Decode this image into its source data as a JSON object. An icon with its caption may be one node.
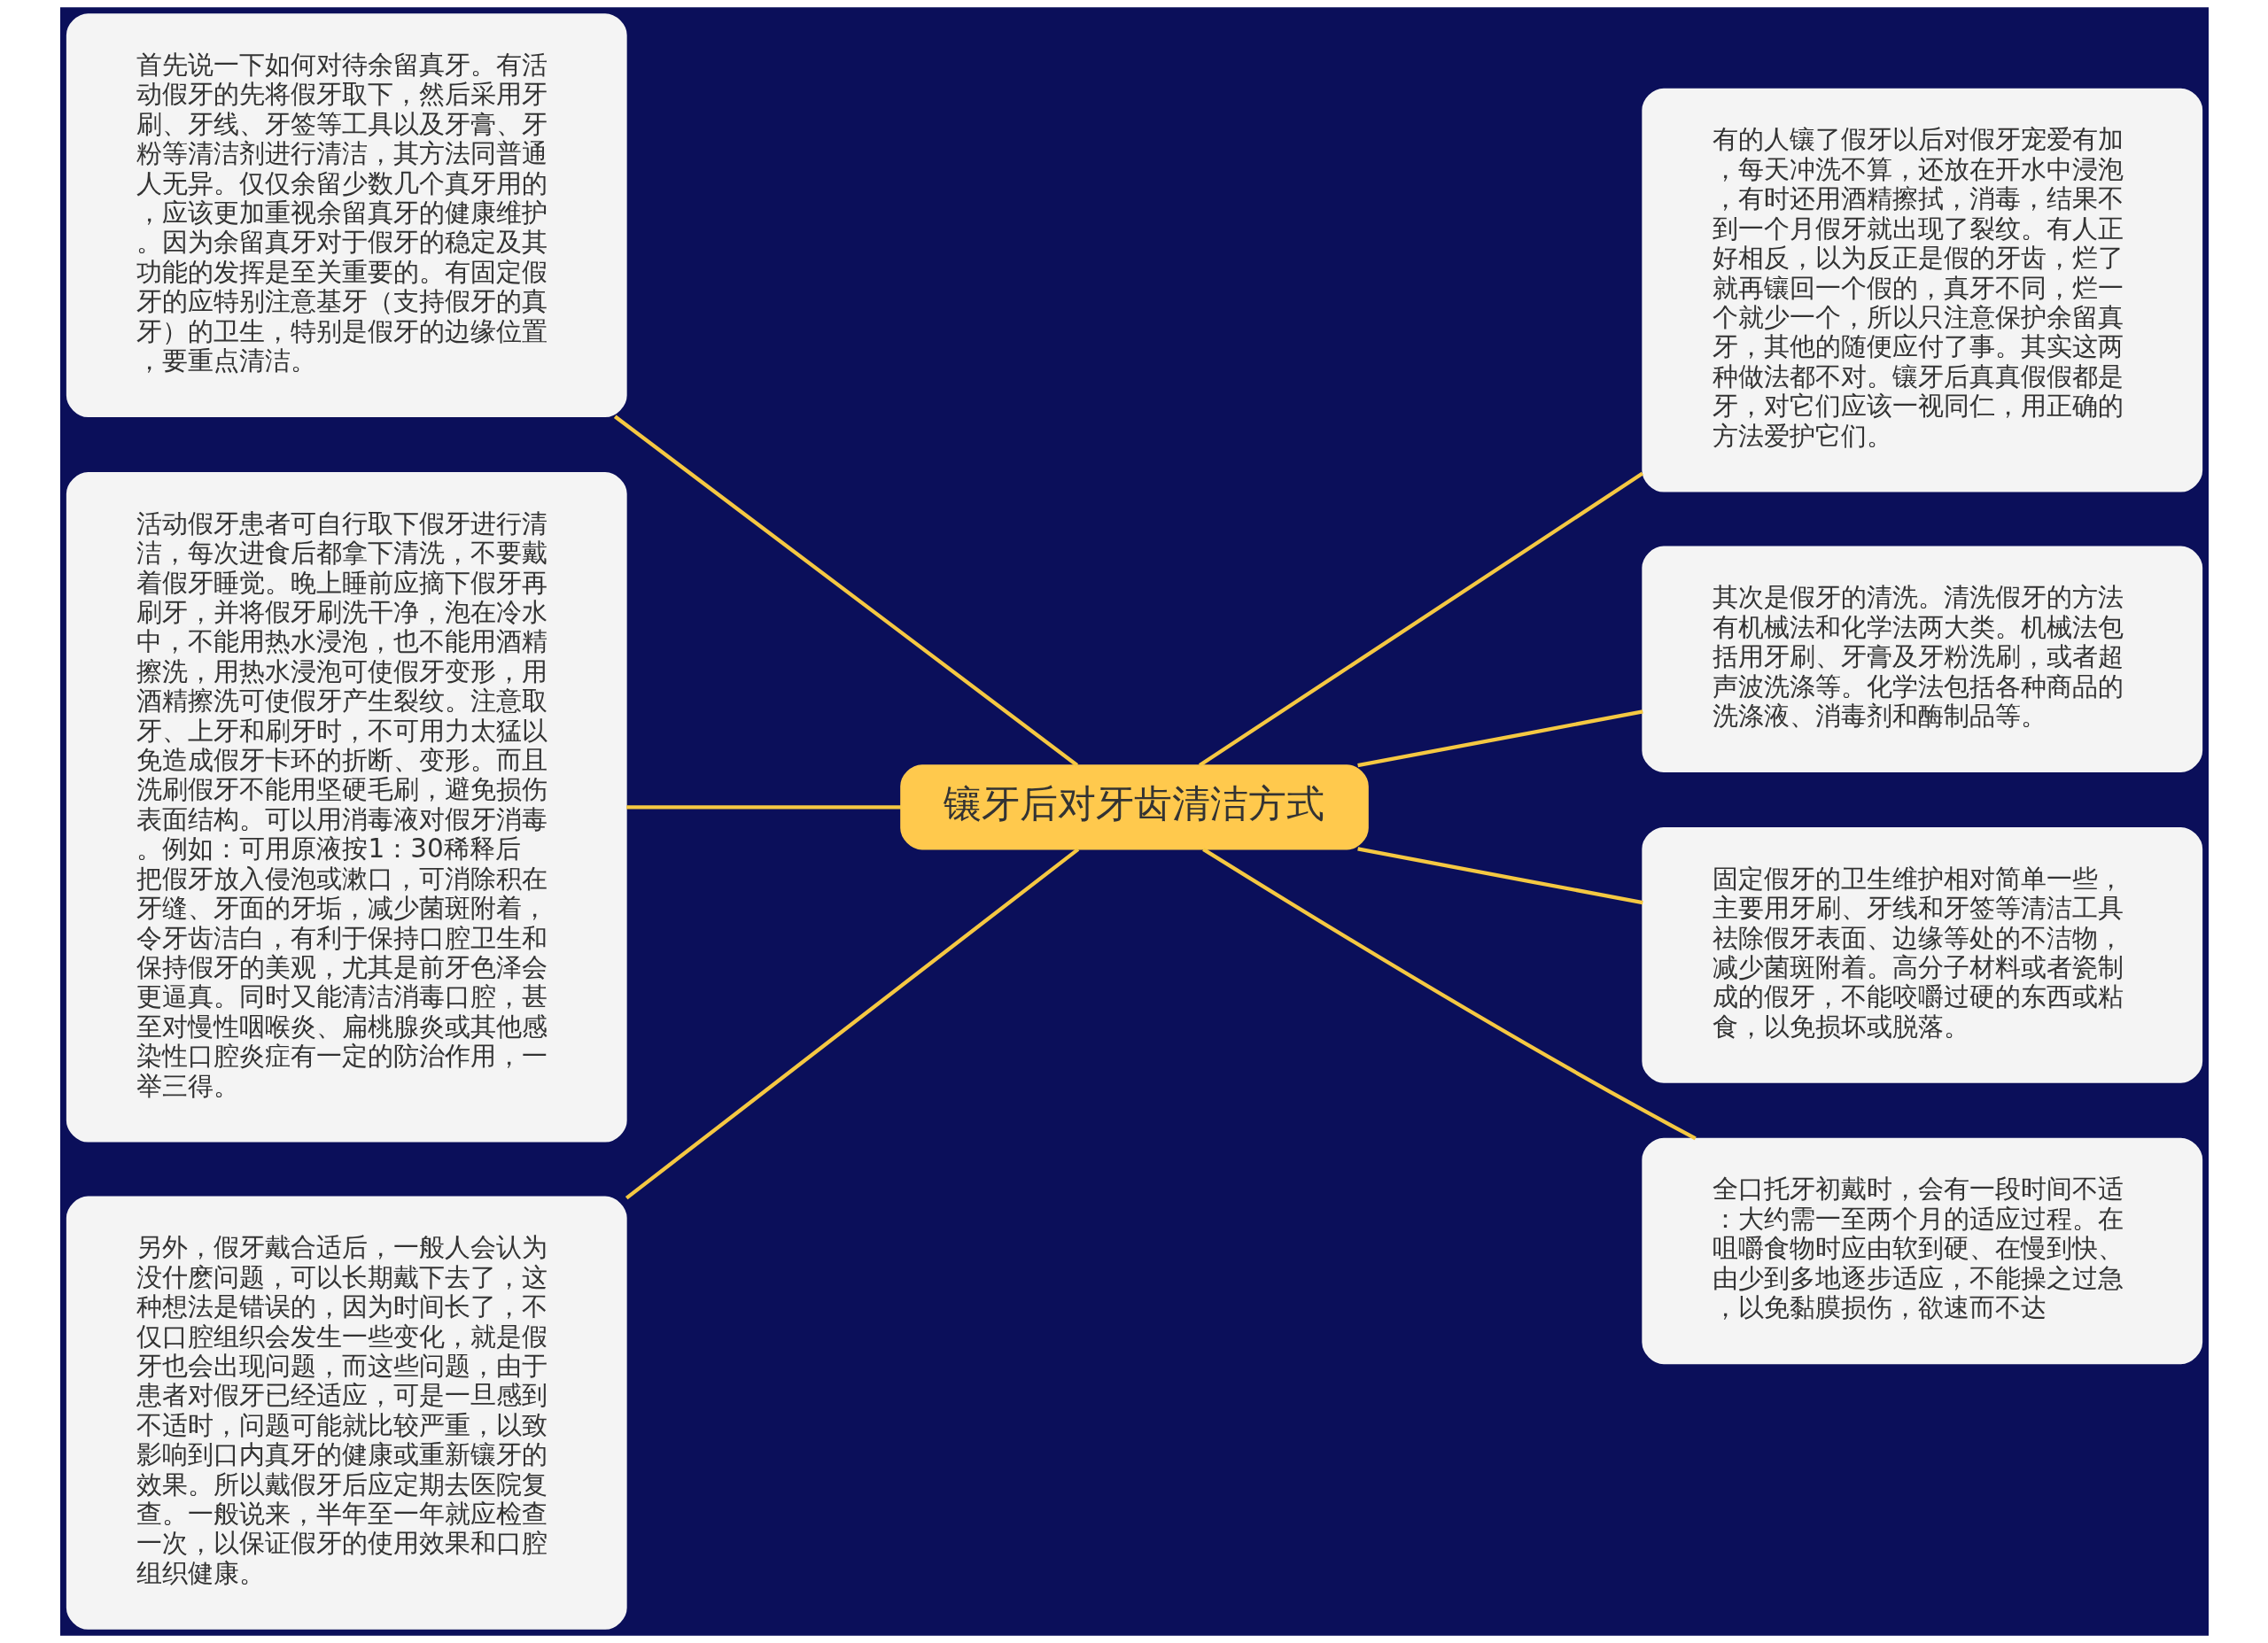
{
  "diagram": {
    "nodes": [
      {
        "text": [
          "镶牙后对牙齿清洁方式"
        ]
      },
      {
        "text": [
          "首先说一下如何对待余留真牙。有活动假牙的先将假牙取下，然后采用牙刷、牙线、牙签等工具以及牙膏、牙粉等清洁剂进行清洁，其方法同普通人无异。仅仅余留少数几个真牙用的，应该更加重视余留真牙的健康维护。因为余留真牙对于假牙的稳定及其功能的发挥是至关重要的。有固定假牙的应特别注意基牙（支持假牙的真牙）的卫生，特别是假牙的边缘位置，要重点清洁。"
        ]
      },
      {
        "text": [
          "活动假牙患者可自行取下假牙进行清洁，每次进食后都拿下清洗，不要戴着假牙睡觉。晚上睡前应摘下假牙再刷牙，并将假牙刷洗干净，泡在冷水中，不能用热水浸泡，也不能用酒精擦洗，用热水浸泡可使假牙变形，用酒精擦洗可使假牙产生裂纹。注意取牙、上牙和刷牙时，不可用力太猛以免造成假牙卡环的折断、变形。而且洗刷假牙不能用坚硬毛刷，避免损伤表面结构。可以用消毒液对假牙消毒。例如：可用原液按1：30稀释后把假牙放入侵泡或漱口，可消除积在牙缝、牙面的牙垢，减少菌斑附着，令牙齿洁白，有利于保持口腔卫生和保持假牙的美观，尤其是前牙色泽会更逼真。同时又能清洁消毒口腔，甚至对慢性咽喉炎、扁桃腺炎或其他感染性口腔炎症有一定的防治作用，一举三得。"
        ]
      },
      {
        "text": [
          "另外，假牙戴合适后，一般人会认为没什麽问题，可以长期戴下去了，这种想法是错误的，因为时间长了，不仅口腔组织会发生一些变化，就是假牙也会出现问题，而这些问题，由于患者对假牙已经适应，可是一旦感到不适时，问题可能就比较严重，以致影响到口内真牙的健康或重新镶牙的效果。所以戴假牙后应定期去医院复查。一般说来，半年至一年就应检查一次，以保证假牙的使用效果和口腔组织健康。"
        ]
      },
      {
        "text": [
          "有的人镶了假牙以后对假牙宠爱有加，每天冲洗不算，还放在开水中浸泡，有时还用酒精擦拭，消毒，结果不到一个月假牙就出现了裂纹。有人正好相反，以为反正是假的牙齿，烂了就再镶回一个假的，真牙不同，烂一个就少一个，所以只注意保护余留真牙，其他的随便应付了事。其实这两种做法都不对。镶牙后真真假假都是牙，对它们应该一视同仁，用正确的方法爱护它们。"
        ]
      },
      {
        "text": [
          "其次是假牙的清洗。清洗假牙的方法有机械法和化学法两大类。机械法包括用牙刷、牙膏及牙粉洗刷，或者超声波洗涤等。化学法包括各种商品的洗涤液、消毒剂和酶制品等。"
        ]
      },
      {
        "text": [
          "固定假牙的卫生维护相对简单一些，主要用牙刷、牙线和牙签等清洁工具祛除假牙表面、边缘等处的不洁物，减少菌斑附着。高分子材料或者瓷制成的假牙，不能咬嚼过硬的东西或粘食，以免损坏或脱落。"
        ]
      },
      {
        "text": [
          "全口托牙初戴时，会有一段时间不适：大约需一至两个月的适应过程。在咀嚼食物时应由软到硬、在慢到快、由少到多地逐步适应，不能操之过急，以免黏膜损伤，欲速而不达"
        ]
      }
    ],
    "edges": [
      {
        "from": 1,
        "to": 0,
        "arrow": "none"
      },
      {
        "from": 2,
        "to": 0,
        "arrow": "none"
      },
      {
        "from": 3,
        "to": 0,
        "arrow": "none"
      },
      {
        "from": 0,
        "to": 4,
        "arrow": "none"
      },
      {
        "from": 0,
        "to": 5,
        "arrow": "none"
      },
      {
        "from": 0,
        "to": 6,
        "arrow": "none"
      },
      {
        "from": 0,
        "to": 7,
        "arrow": "none"
      }
    ]
  }
}
